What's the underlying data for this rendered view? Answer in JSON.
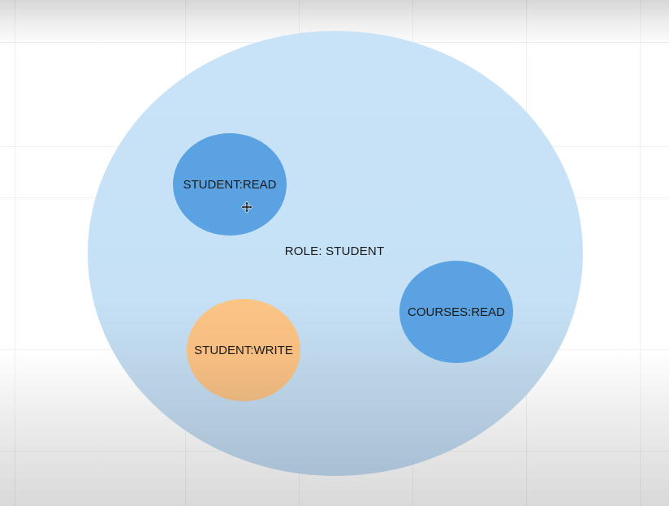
{
  "diagram": {
    "role": {
      "label": "ROLE: STUDENT",
      "color": "#c8e3f8"
    },
    "permissions": [
      {
        "label": "STUDENT:READ",
        "color": "#5aa2e1"
      },
      {
        "label": "COURSES:READ",
        "color": "#5aa2e1"
      },
      {
        "label": "STUDENT:WRITE",
        "color": "#fbc585"
      }
    ]
  },
  "cursor": {
    "icon": "move-cursor-icon"
  }
}
